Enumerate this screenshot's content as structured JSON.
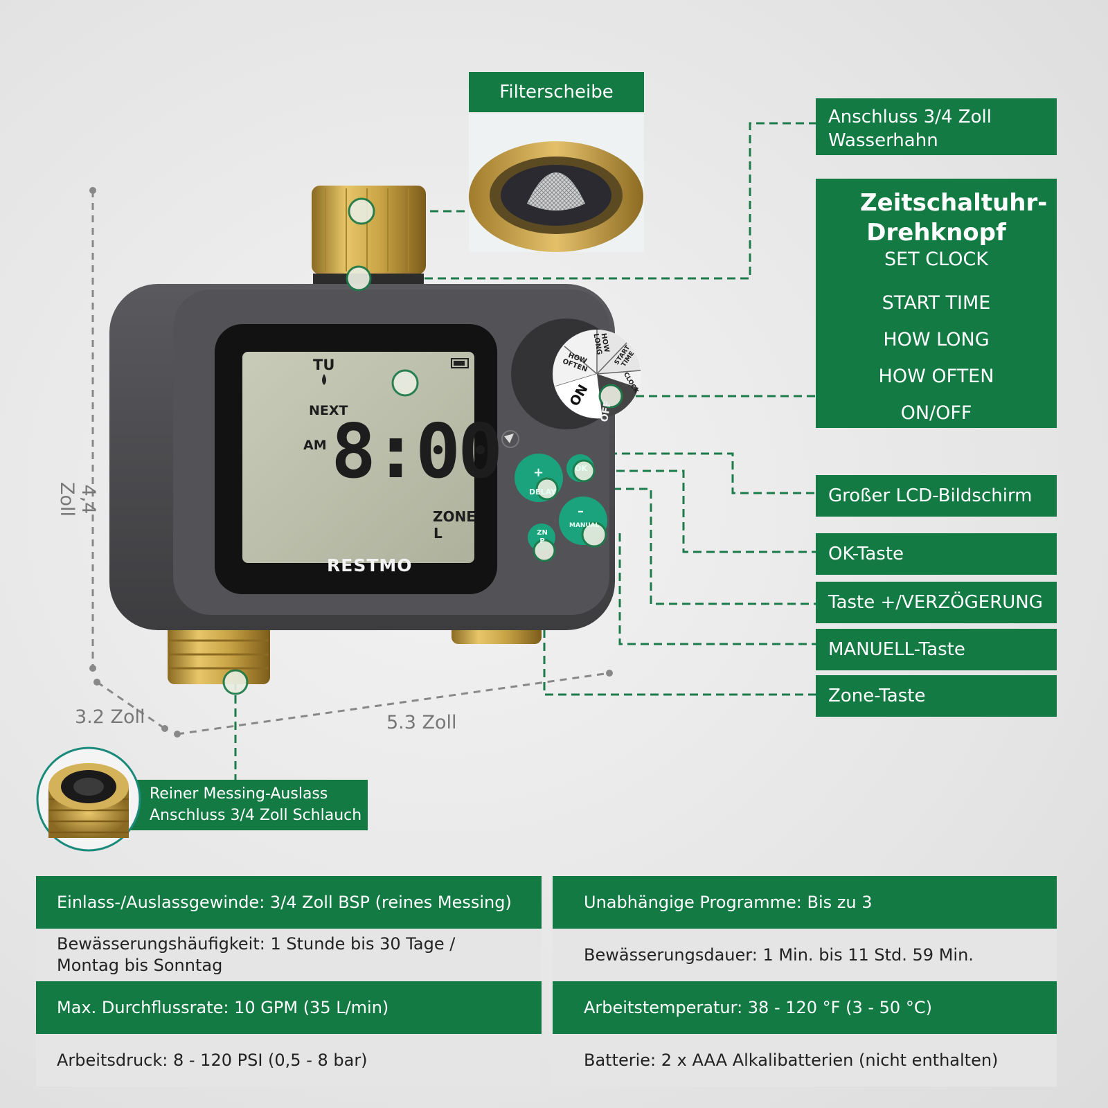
{
  "callouts": {
    "filter_disc": "Filterscheibe",
    "faucet_connection": "Anschluss 3/4 Zoll Wasserhahn",
    "knob_title": "Zeitschaltuhr-Drehknopf",
    "knob_items": [
      "SET CLOCK",
      "START TIME",
      "HOW LONG",
      "HOW OFTEN",
      "ON/OFF"
    ],
    "lcd_screen": "Großer LCD-Bildschirm",
    "ok_button": "OK-Taste",
    "plus_delay_button": "Taste +/VERZÖGERUNG",
    "manual_button": "MANUELL-Taste",
    "zone_button": "Zone-Taste",
    "brass_outlet": "Reiner Messing-Auslass Anschluss 3/4 Zoll Schlauch"
  },
  "dimensions": {
    "height": "4,4 Zoll",
    "depth": "3.2 Zoll",
    "width": "5.3 Zoll"
  },
  "device": {
    "brand": "RESTMO",
    "lcd_day": "TU",
    "lcd_next": "NEXT",
    "lcd_ampm": "AM",
    "lcd_time": "8:00",
    "lcd_zone": "ZONE",
    "lcd_zone_value": "L",
    "dial_labels": [
      "HOW LONG",
      "START TIME",
      "CLOCK",
      "OFF",
      "ON",
      "HOW OFTEN"
    ],
    "button_labels": {
      "delay": "DELAY",
      "ok": "OK",
      "manual": "MANUAL",
      "zone": "ZN P",
      "plus": "+",
      "minus": "–"
    }
  },
  "specs": [
    {
      "left": "Einlass-/Auslassgewinde: 3/4 Zoll BSP (reines Messing)",
      "right": "Unabhängige Programme: Bis zu 3"
    },
    {
      "left": "Bewässerungshäufigkeit: 1 Stunde bis 30 Tage / Montag bis Sonntag",
      "right": "Bewässerungsdauer: 1 Min. bis 11 Std. 59 Min."
    },
    {
      "left": "Max. Durchflussrate: 10 GPM (35 L/min)",
      "right": "Arbeitstemperatur: 38 - 120 °F (3 - 50 °C)"
    },
    {
      "left": "Arbeitsdruck: 8 - 120 PSI (0,5 - 8 bar)",
      "right": "Batterie: 2 x AAA Alkalibatterien (nicht enthalten)"
    }
  ],
  "colors": {
    "brand_green": "#137a43",
    "button_teal": "#1aa37c",
    "housing": "#4b4b4e",
    "brass": "#c9a446"
  }
}
